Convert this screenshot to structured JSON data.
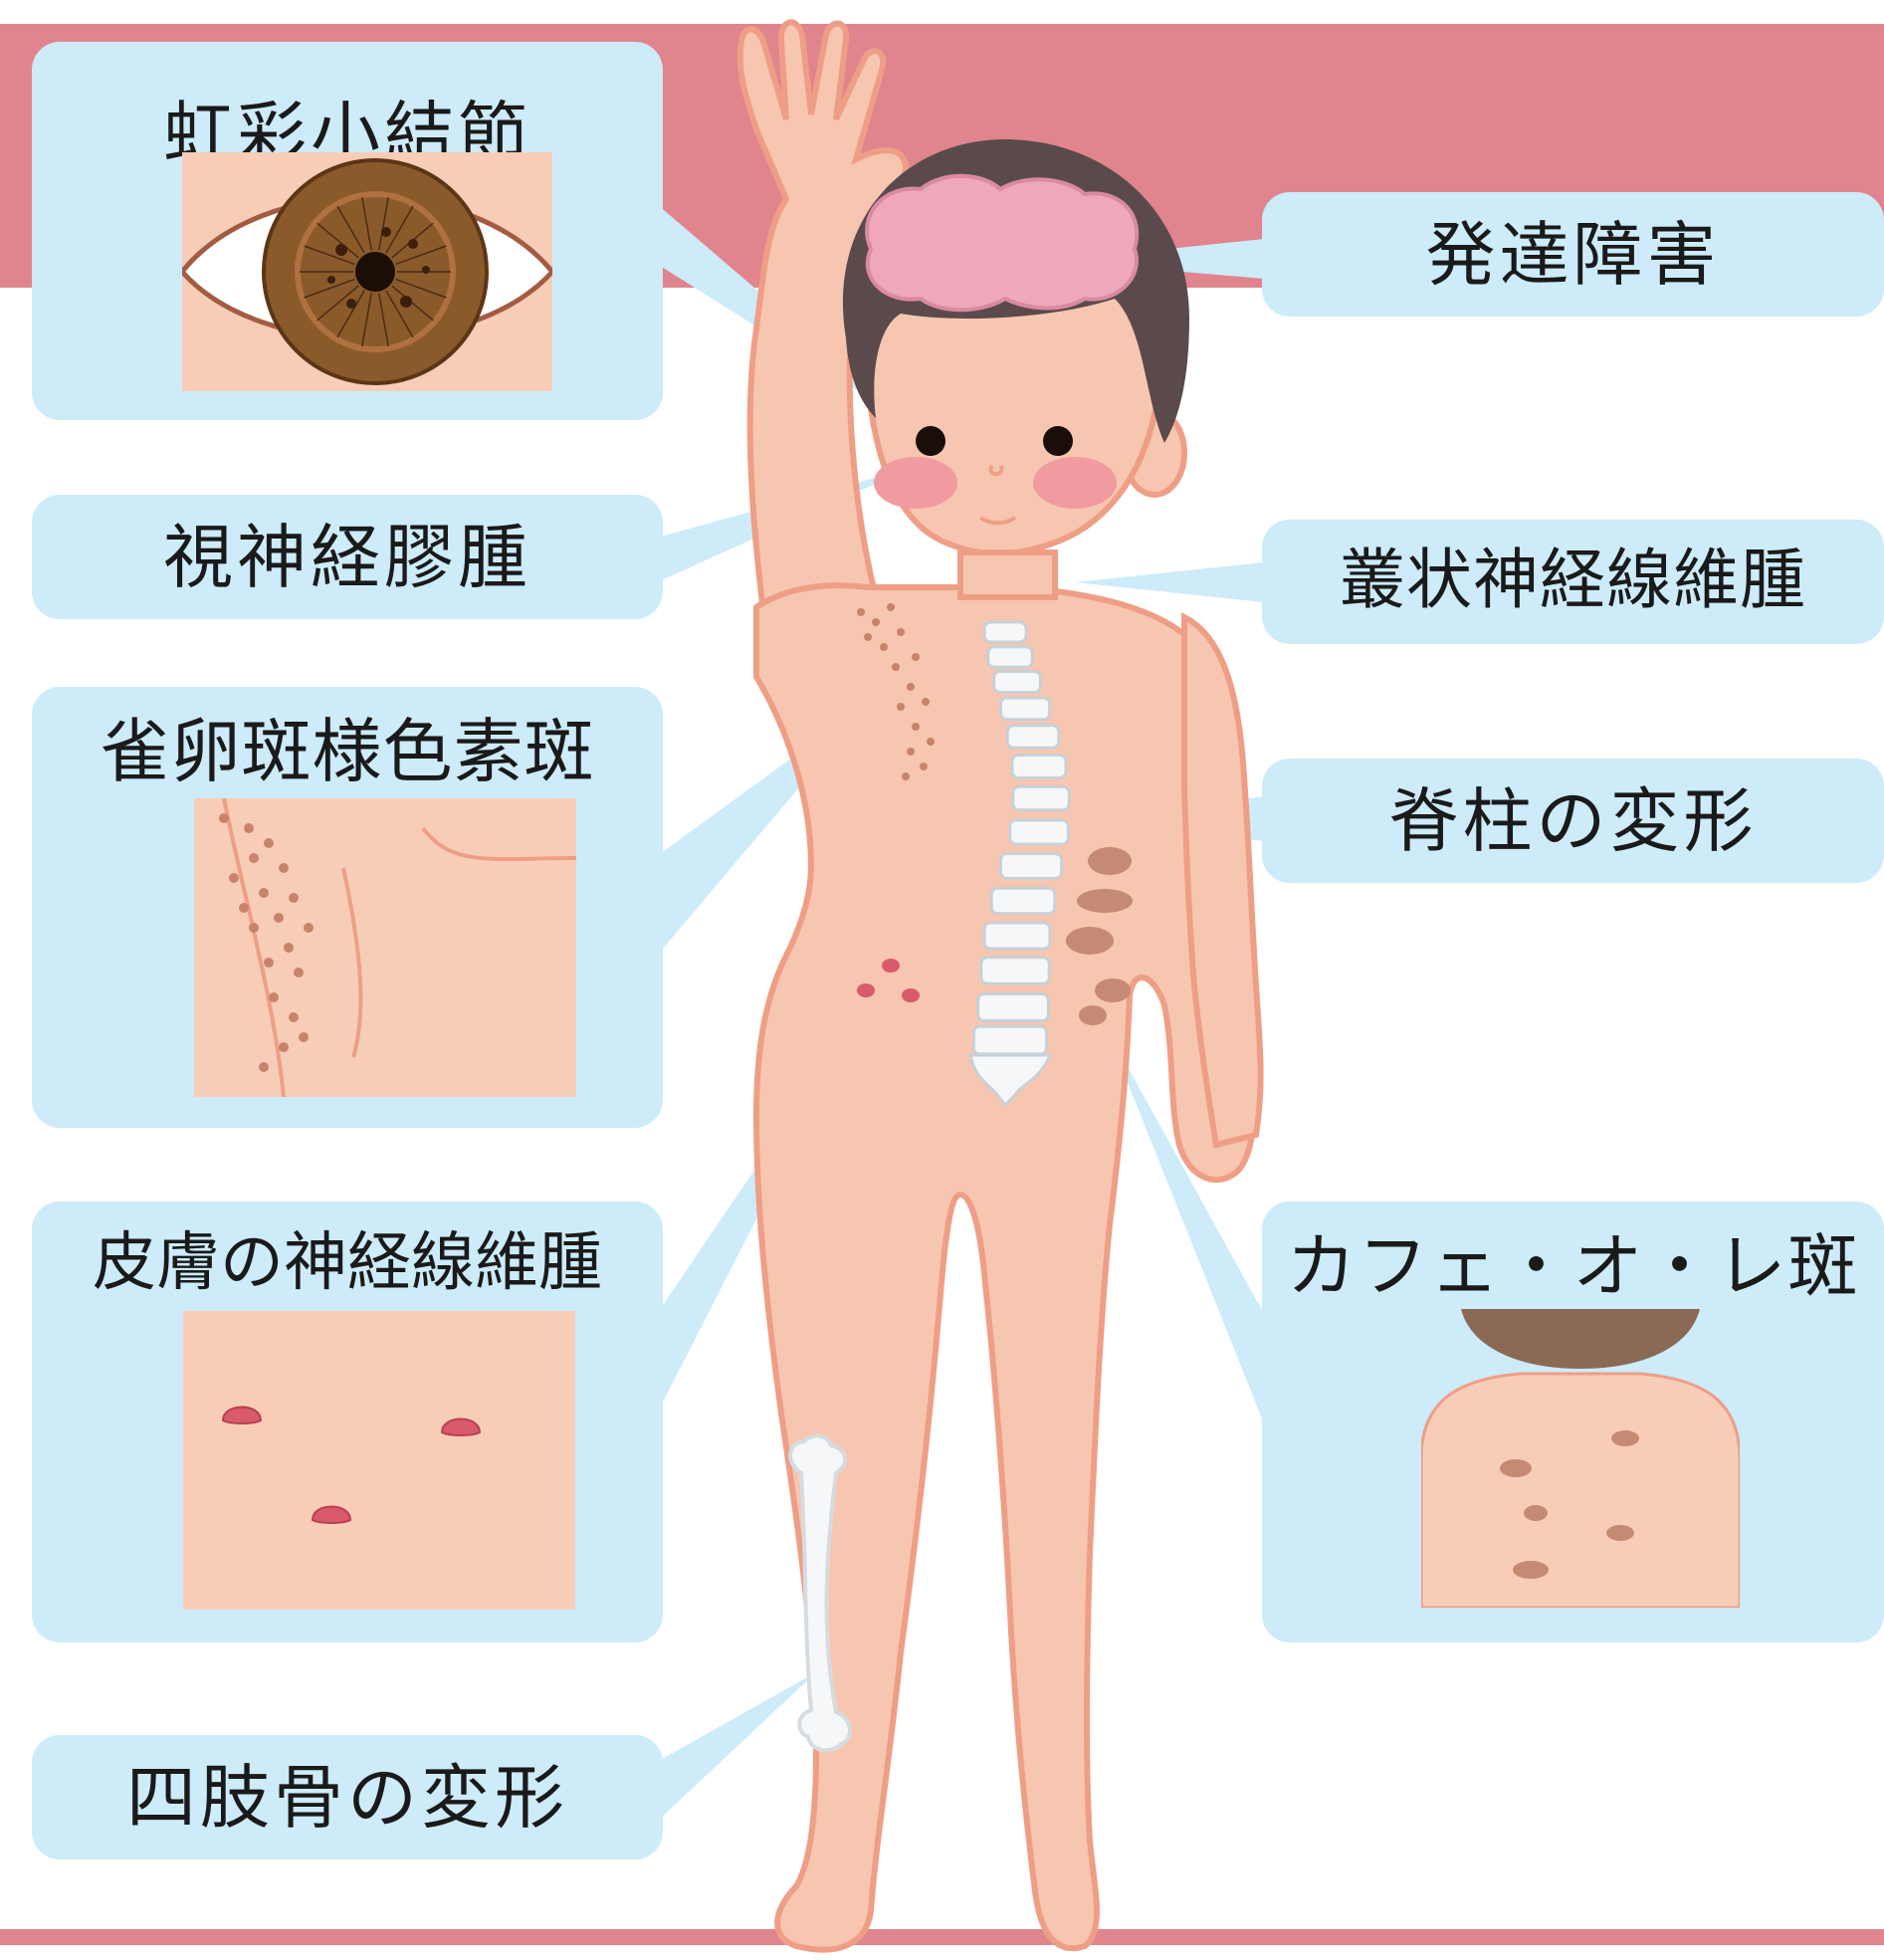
{
  "colors": {
    "band": "#e0848e",
    "label_box": "#cdebf9",
    "skin": "#f7c6b0",
    "skin_outline": "#ef9e86",
    "hair": "#5a4a4c",
    "brain": "#efa8bb",
    "bone": "#f5f7f8",
    "cafe_au_lait": "#c58a73",
    "nodule": "#d95a6a",
    "iris": "#8a5a2b"
  },
  "labels": {
    "iris_nodules": "虹彩小結節",
    "developmental_disorder": "発達障害",
    "optic_glioma": "視神経膠腫",
    "plexiform_neurofibroma": "叢状神経線維腫",
    "freckling": "雀卵斑様色素斑",
    "spine_deformity": "脊柱の変形",
    "cutaneous_neurofibroma": "皮膚の神経線維腫",
    "cafe_au_lait_spots": "カフェ・オ・レ斑",
    "limb_bone_deformity": "四肢骨の変形"
  }
}
